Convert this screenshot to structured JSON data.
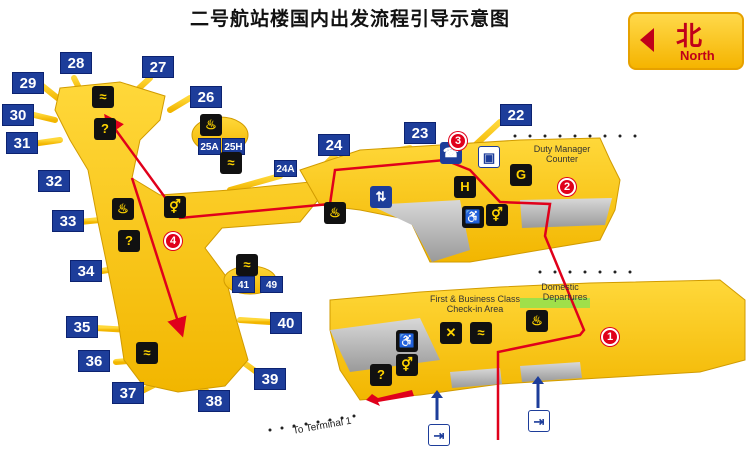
{
  "title": "二号航站楼国内出发流程引导示意图",
  "north": {
    "cn": "北",
    "en": "North"
  },
  "gates": [
    "28",
    "27",
    "29",
    "26",
    "30",
    "31",
    "25A",
    "25H",
    "24A",
    "24",
    "23",
    "22",
    "32",
    "33",
    "34",
    "41",
    "49",
    "40",
    "35",
    "36",
    "37",
    "38",
    "39"
  ],
  "labels": {
    "duty_manager": "Duty Manager",
    "counter": "Counter",
    "domestic": "Domestic",
    "departures": "Departures",
    "first_business": "First & Business Class",
    "checkin_area": "Check-in Area",
    "to_terminal": "To Terminal 1"
  },
  "steps": [
    "1",
    "2",
    "3",
    "4"
  ],
  "icons": {
    "info": "?",
    "hotel": "H",
    "garage": "G",
    "exit": "Exit"
  },
  "colors": {
    "terminal": "#f5c518",
    "gate": "#1d3d9a",
    "route": "#e0001b",
    "floor": "#b9b9b9"
  }
}
